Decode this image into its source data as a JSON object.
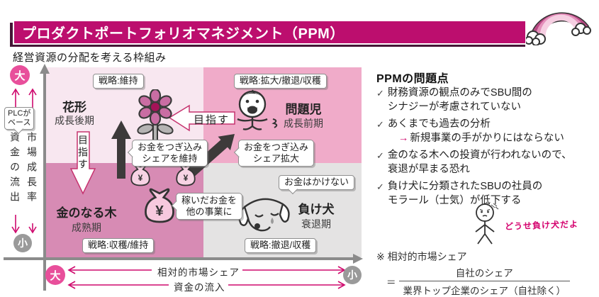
{
  "title": "プロダクトポートフォリオマネジメント（PPM）",
  "subtitle": "経営資源の分配を考える枠組み",
  "matrix": {
    "star": {
      "tag": "戦略:維持",
      "name": "花形",
      "stage": "成長後期"
    },
    "problem": {
      "tag": "戦略:拡大/撤退/収穫",
      "name": "問題児",
      "stage": "成長前期"
    },
    "cow": {
      "tag": "戦略:収穫/維持",
      "name": "金のなる木",
      "stage": "成熟期"
    },
    "dog": {
      "tag": "戦略:撤退/収穫",
      "name": "負け犬",
      "stage": "衰退期",
      "no_money": "お金はかけない"
    },
    "aim_left": "目指す",
    "aim_down": "目指す",
    "bubble_maintain": {
      "l1": "お金をつぎ込み",
      "l2": "シェアを維持"
    },
    "bubble_expand": {
      "l1": "お金をつぎ込み",
      "l2": "シェア拡大"
    },
    "bubble_earned": {
      "l1": "稼いだお金を",
      "l2": "他の事業に"
    },
    "yen": "¥"
  },
  "axes": {
    "v_top": "大",
    "v_bottom": "小",
    "h_left": "大",
    "h_right": "小",
    "outflow": "資金の流出",
    "growth": "市場成長率",
    "plc": {
      "l1": "PLCが",
      "l2": "ベース"
    },
    "share": "相対的市場シェア",
    "inflow": "資金の流入"
  },
  "problems": {
    "heading": "PPMの問題点",
    "check": "✓",
    "arrow": "→",
    "items": [
      {
        "l1": "財務資源の観点のみでSBU間の",
        "l2": "シナジーが考慮されていない"
      },
      {
        "l1": "あくまでも過去の分析",
        "sub": "新規事業の手がかりにはならない"
      },
      {
        "l1": "金のなる木への投資が行われないので、",
        "l2": "衰退が早まる恐れ"
      },
      {
        "l1": "負け犬に分類されたSBUの社員の",
        "l2": "モラール（士気）が低下する"
      }
    ],
    "quote": "どうせ負け犬だよ"
  },
  "note": {
    "title": "※ 相対的市場シェア",
    "equals": "＝",
    "numerator": "自社のシェア",
    "denominator": "業界トップ企業のシェア（自社除く）"
  },
  "colors": {
    "accent": "#cf0a6e",
    "title_bar": "#bc0e6e",
    "quadrant_star": "#f8e7f0",
    "quadrant_problem": "#f0abc9",
    "quadrant_cow": "#d78bb4",
    "quadrant_dog": "#e4e3e3",
    "axis_gray": "#8b8b8b",
    "arrow_dark": "#3d3a3a"
  }
}
